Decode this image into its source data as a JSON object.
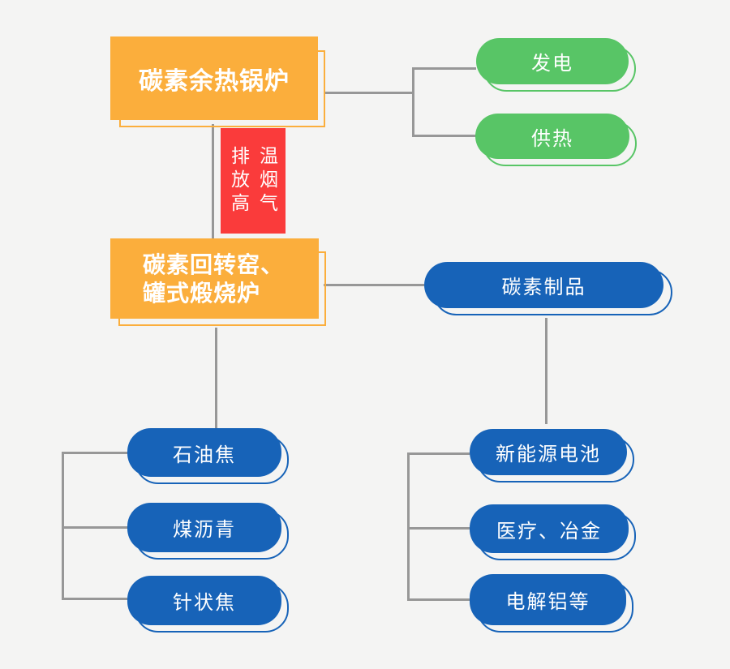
{
  "palette": {
    "background": "#f4f4f3",
    "box_orange": "#fbae3c",
    "box_red": "#fa3b3b",
    "box_green": "#58c566",
    "box_blue": "#1763b8",
    "connector_gray": "#979797",
    "box_text": "#ffffff"
  },
  "diagram": {
    "top": {
      "boiler": "碳素余热锅炉",
      "power": "发电",
      "heating": "供热"
    },
    "flue_gas": {
      "column_left": "排放高",
      "column_right": "温烟气"
    },
    "middle": {
      "kiln_line1": "碳素回转窑、",
      "kiln_line2": "罐式煅烧炉",
      "products": "碳素制品"
    },
    "raw_materials": [
      "石油焦",
      "煤沥青",
      "针状焦"
    ],
    "applications": [
      "新能源电池",
      "医疗、冶金",
      "电解铝等"
    ]
  }
}
